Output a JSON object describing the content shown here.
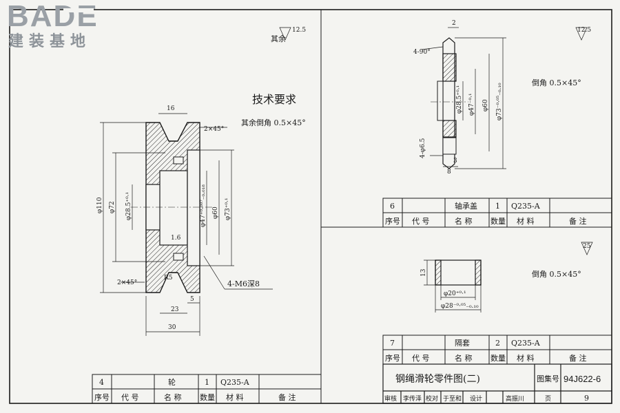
{
  "logo": {
    "brand": "BADE",
    "subtitle": "建装基地"
  },
  "drawing_left": {
    "roughness": "12.5",
    "roughness_note": "其余",
    "tech_title": "技术要求",
    "tech_note": "其余倒角 0.5×45°",
    "dims": {
      "d_16": "16",
      "d_2x45_top": "2×45°",
      "d_2x45_bot": "2×45°",
      "phi110": "φ110",
      "phi72": "φ72",
      "phi28_5": "φ28.5⁺⁰·¹",
      "phi47": "φ47⁺⁰·⁰⁰⁷₋₀.₀₁₈",
      "phi60": "φ60",
      "phi73": "φ73⁺⁰·¹",
      "ra16": "1.6",
      "r5": "R5",
      "m6": "4-M6深8",
      "d_5": "5",
      "d_23": "23",
      "d_30": "30"
    }
  },
  "drawing_top_right": {
    "roughness": "12.5",
    "note": "倒角 0.5×45°",
    "dims": {
      "d_2": "2",
      "d_4_90": "4-90°",
      "phi28_5": "φ28.5⁺⁰·¹",
      "phi47": "φ47⁻⁰·¹",
      "phi60": "φ60",
      "phi73": "φ73⁻⁰·⁰⁵₋₀.₁₀",
      "d_4phi6_5": "4-φ6.5",
      "d_3": "3",
      "d_8": "8"
    }
  },
  "drawing_mid_right": {
    "roughness": "25",
    "note": "倒角 0.5×45°",
    "dims": {
      "d_13": "13",
      "phi20": "φ20⁺⁰·¹",
      "phi28": "φ28⁻⁰·⁰⁵₋₀.₁₀"
    }
  },
  "bom_headers": [
    "序号",
    "代 号",
    "名 称",
    "数量",
    "材 料",
    "备 注"
  ],
  "bom_top": {
    "no": "6",
    "code": "",
    "name": "轴承盖",
    "qty": "1",
    "material": "Q235-A",
    "remark": ""
  },
  "bom_mid": {
    "no": "7",
    "code": "",
    "name": "隔套",
    "qty": "2",
    "material": "Q235-A",
    "remark": ""
  },
  "bom_left": {
    "no": "4",
    "code": "",
    "name": "轮",
    "qty": "1",
    "material": "Q235-A",
    "remark": ""
  },
  "title_block": {
    "title": "钢绳滑轮零件图(二)",
    "atlas_label": "图集号",
    "atlas_no": "94J622-6",
    "review_label": "审核",
    "review_sig": "李传泽",
    "check_label": "校对",
    "check_sig": "于至和",
    "design_label": "设计",
    "design_sig": "高振川",
    "page_label": "页",
    "page_no": "9"
  }
}
